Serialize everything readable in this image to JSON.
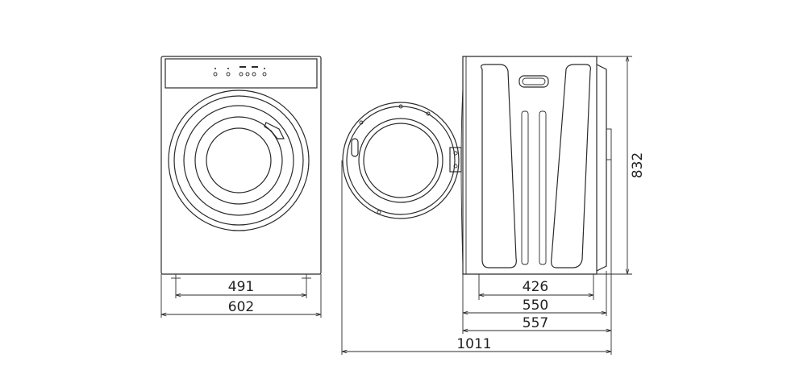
{
  "dimensions": {
    "front_inner_width": "491",
    "front_width": "602",
    "side_depth_body": "426",
    "side_depth_550": "550",
    "side_depth_557": "557",
    "door_open_depth": "1011",
    "height": "832"
  },
  "colors": {
    "line": "#2b2b2b",
    "background": "#ffffff"
  }
}
